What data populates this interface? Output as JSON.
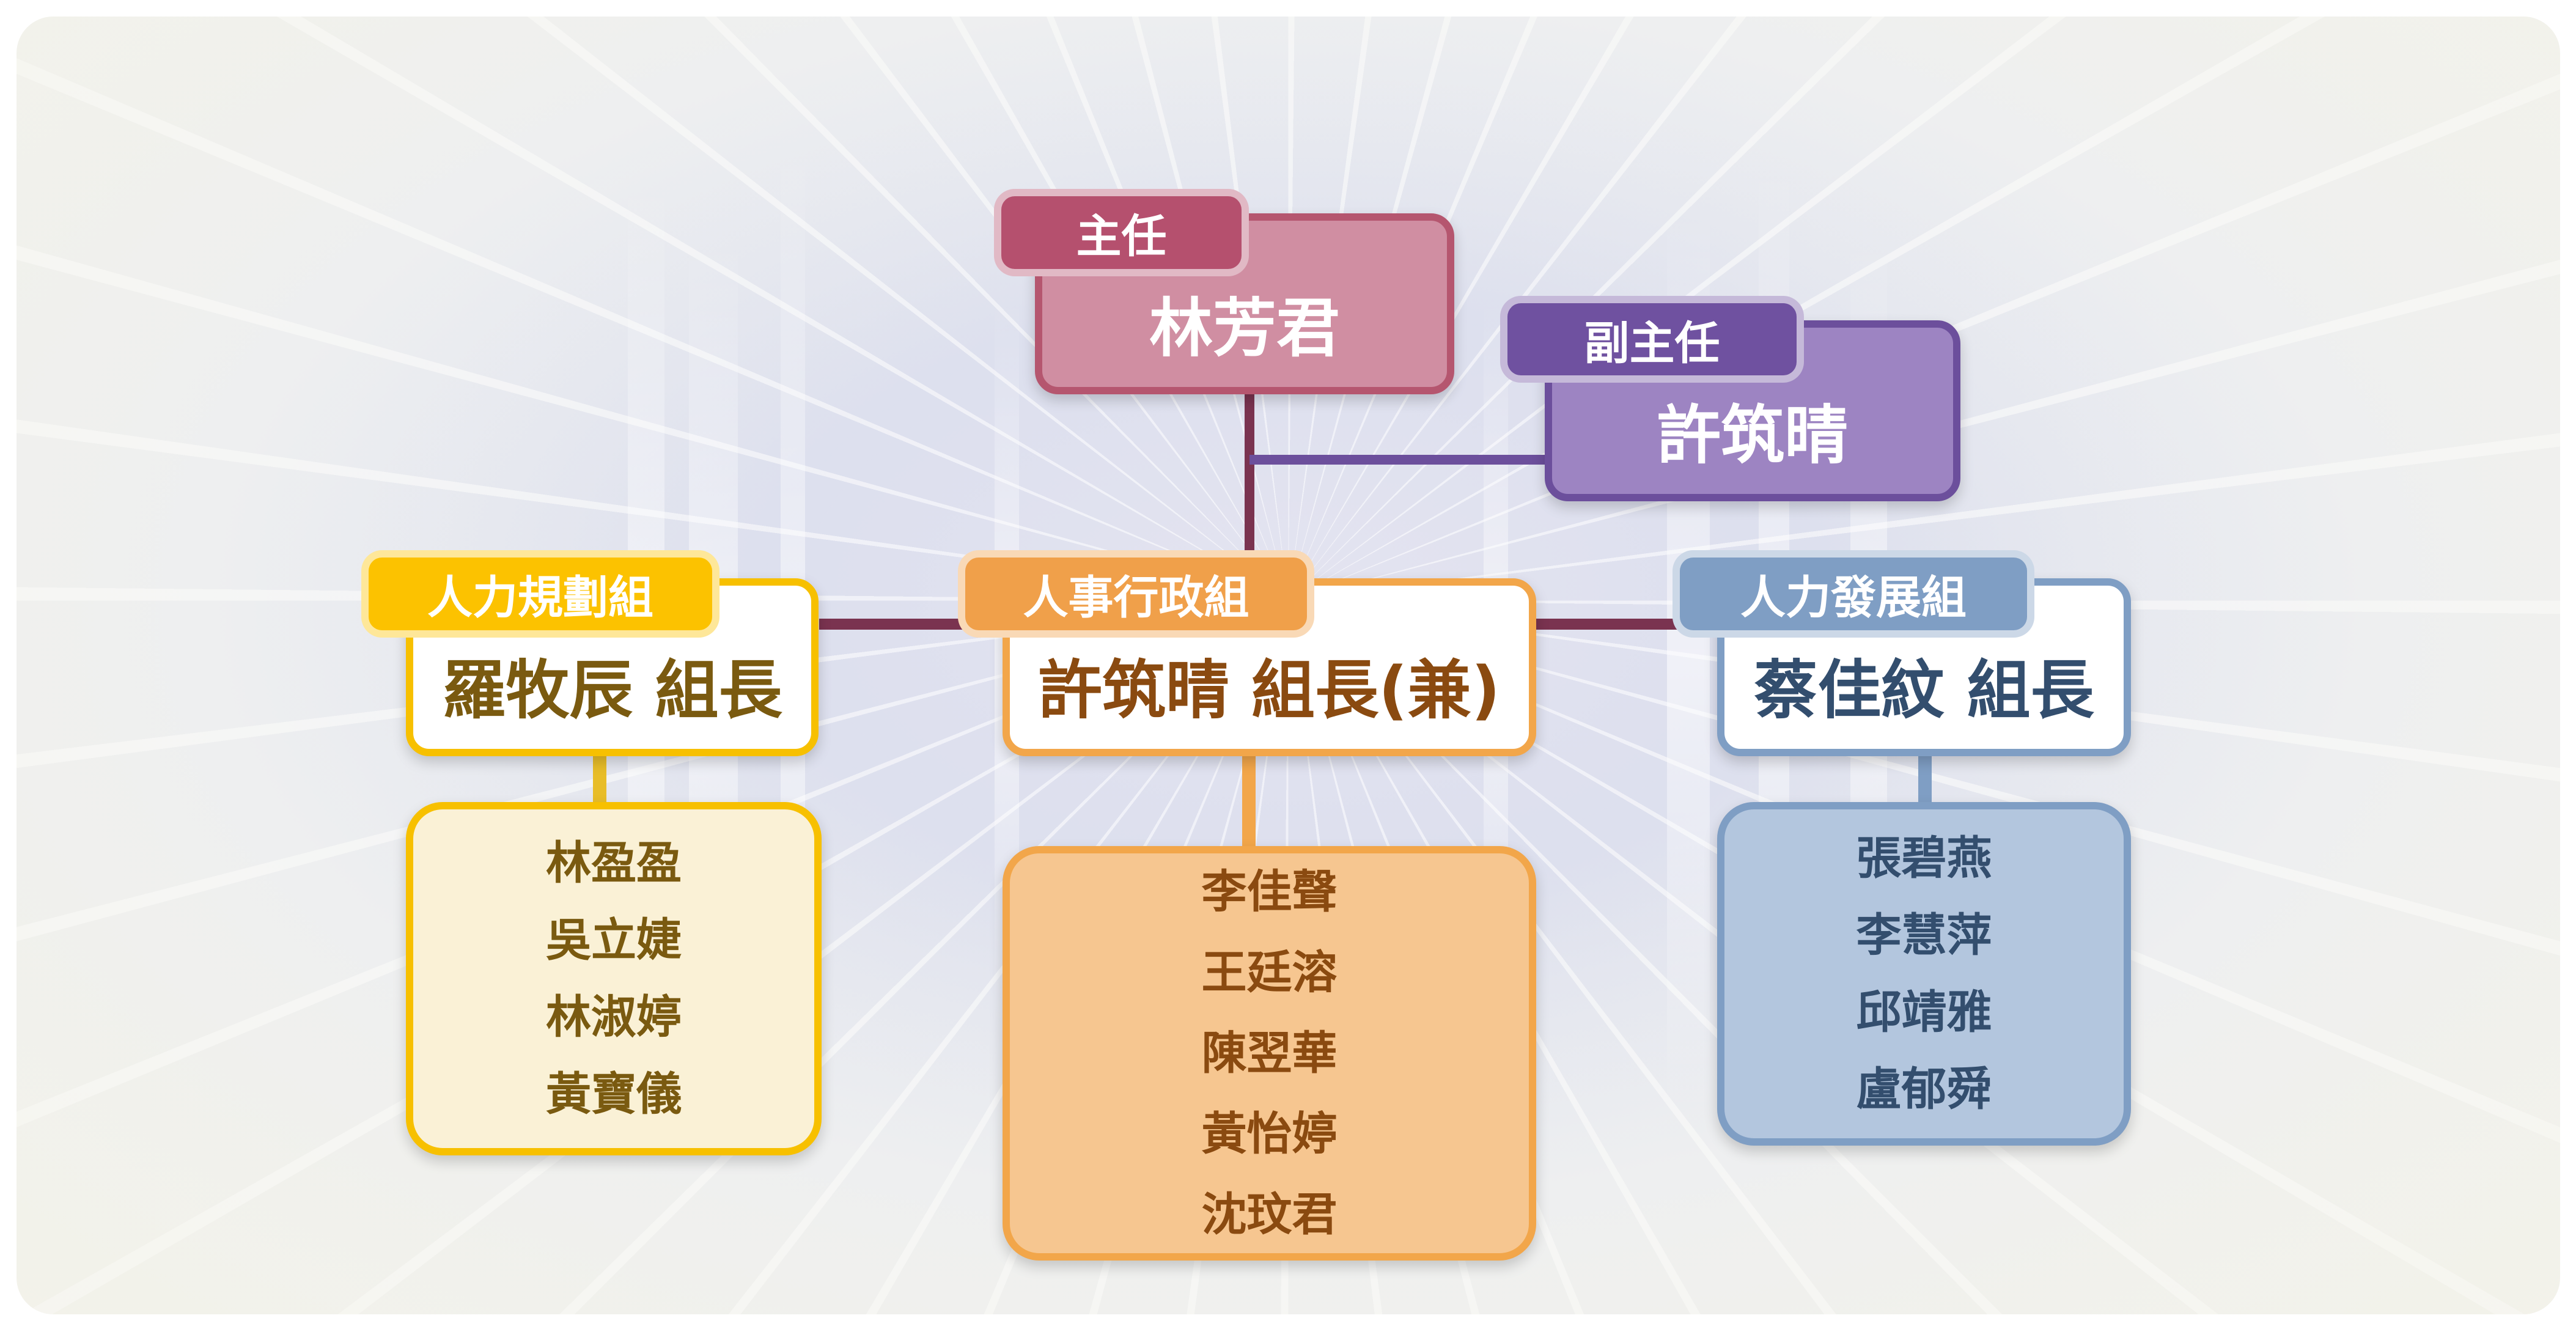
{
  "director": {
    "title": "主任",
    "name": "林芳君"
  },
  "deputy": {
    "title": "副主任",
    "name": "許筑晴"
  },
  "groups": [
    {
      "name": "人力規劃組",
      "leader": "羅牧辰 組長",
      "members": [
        "林盈盈",
        "吳立婕",
        "林淑婷",
        "黃寶儀"
      ]
    },
    {
      "name": "人事行政組",
      "leader": "許筑晴 組長(兼)",
      "members": [
        "李佳聲",
        "王廷溶",
        "陳翌華",
        "黃怡婷",
        "沈玟君"
      ]
    },
    {
      "name": "人力發展組",
      "leader": "蔡佳紋 組長",
      "members": [
        "張碧燕",
        "李慧萍",
        "邱靖雅",
        "盧郁舜"
      ]
    }
  ],
  "colors": {
    "director": "#b5506e",
    "deputy": "#6f51a0",
    "planning": "#f7c000",
    "admin": "#f0a04a",
    "development": "#7f9ec4",
    "connector": "#7a3350"
  }
}
